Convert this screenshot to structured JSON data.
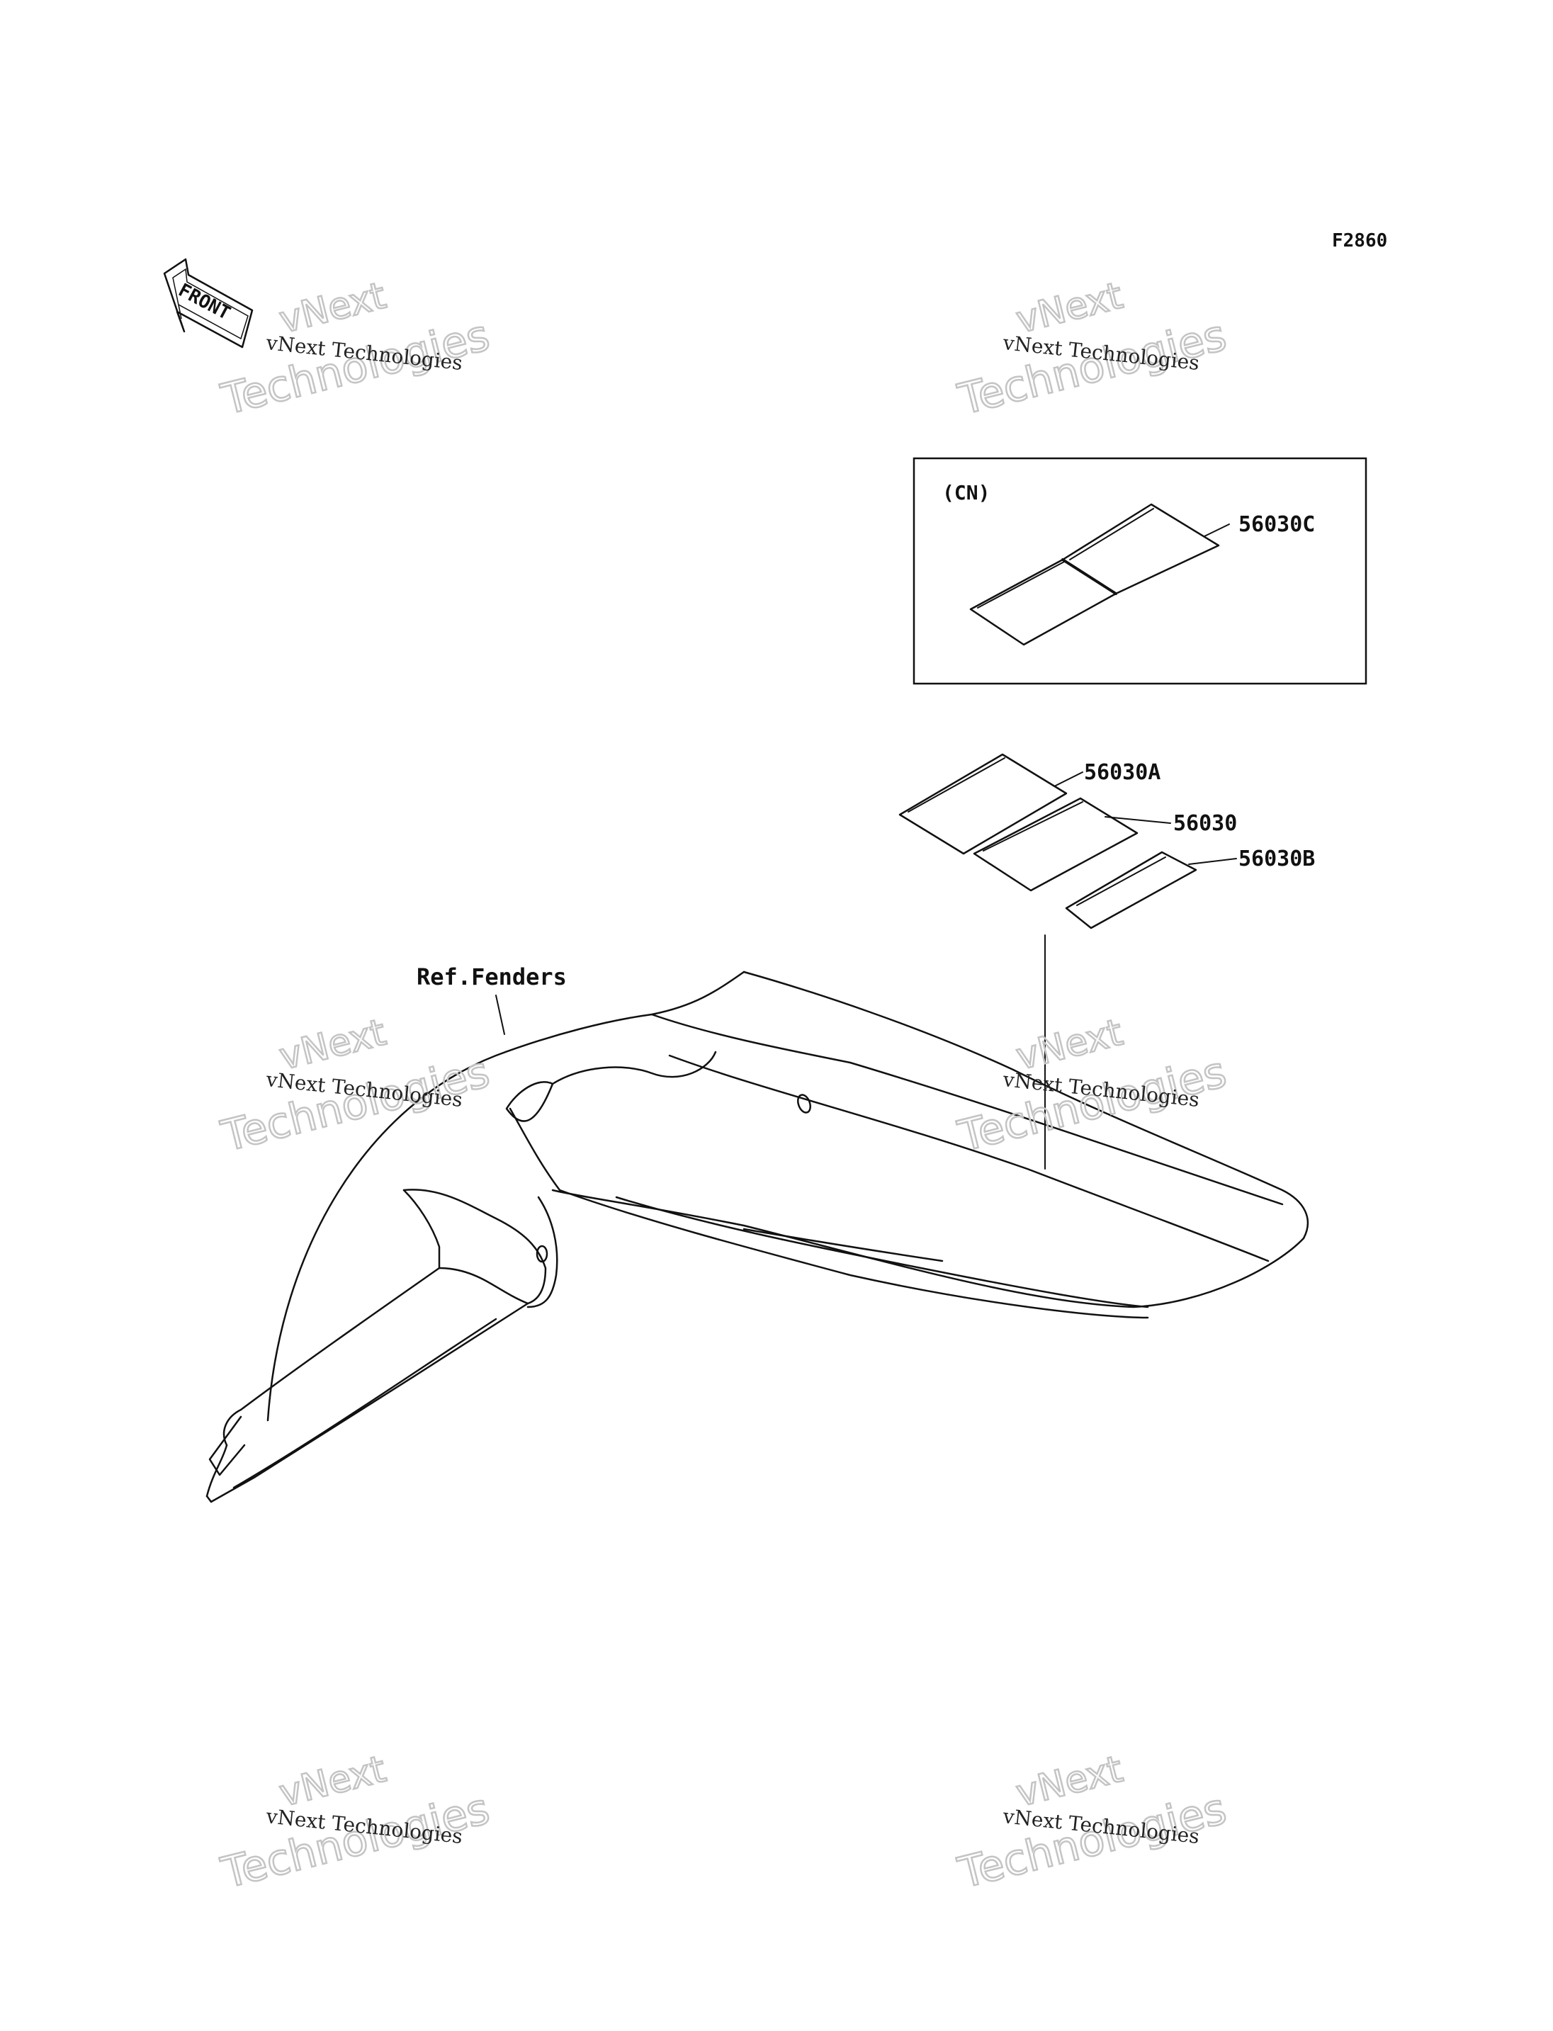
{
  "diagram_code": "F2860",
  "front_arrow_label": "FRONT",
  "inset": {
    "label": "(CN)",
    "part": "56030C"
  },
  "parts": [
    {
      "id": "p56030A",
      "number": "56030A"
    },
    {
      "id": "p56030",
      "number": "56030"
    },
    {
      "id": "p56030B",
      "number": "56030B"
    }
  ],
  "reference_label": "Ref.Fenders",
  "watermark": {
    "line1": "vNext Technologies",
    "big_a": "vNext",
    "big_b": "Technologies"
  }
}
